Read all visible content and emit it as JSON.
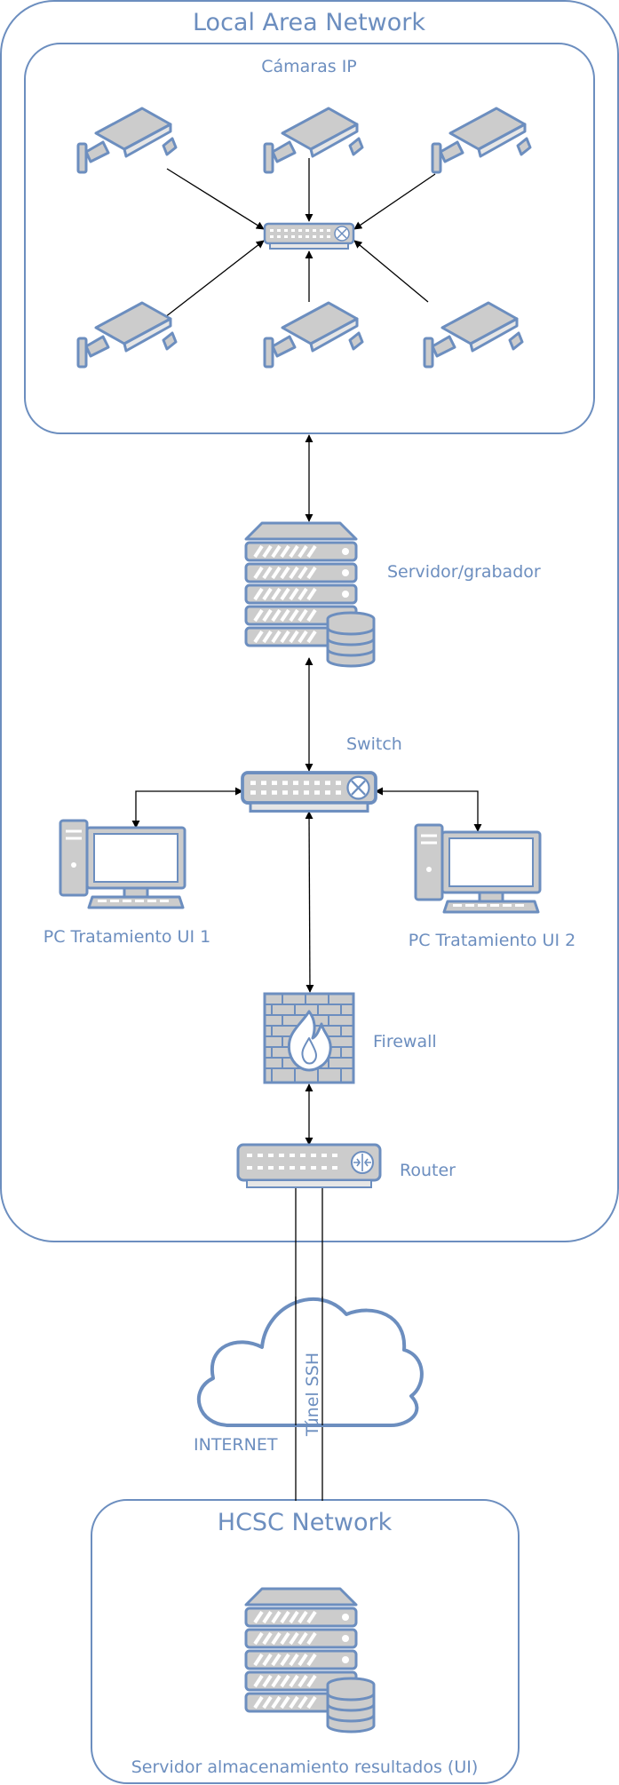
{
  "groups": {
    "lan": "Local Area Network",
    "cameras": "Cámaras IP",
    "hcsc": "HCSC Network"
  },
  "labels": {
    "server": "Servidor/grabador",
    "switch": "Switch",
    "pc1": "PC Tratamiento UI 1",
    "pc2": "PC Tratamiento UI 2",
    "firewall": "Firewall",
    "router": "Router",
    "internet": "INTERNET",
    "tunnel": "Túnel SSH",
    "storage": "Servidor almacenamiento resultados (UI)"
  },
  "colors": {
    "stroke": "#6c8ebf",
    "fill": "#cccccc",
    "label": "#6c8ebf",
    "edge": "#000000"
  },
  "icons": [
    "camera-icon",
    "switch-icon",
    "server-icon",
    "pc-icon",
    "firewall-icon",
    "router-icon",
    "cloud-icon"
  ]
}
